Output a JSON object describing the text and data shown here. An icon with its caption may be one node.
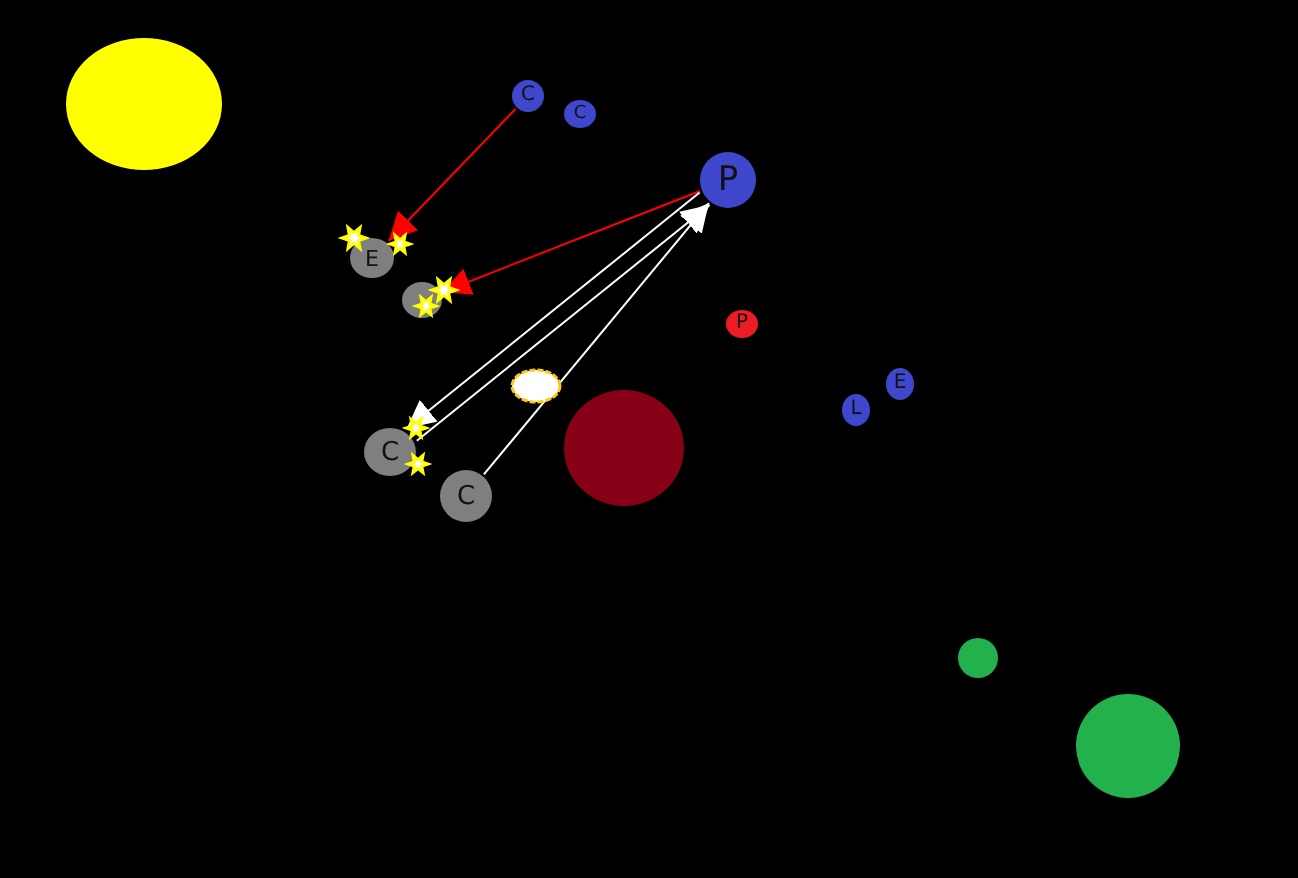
{
  "diagram": {
    "nodes": [
      {
        "text": [],
        "shape": "circle"
      },
      {
        "text": [
          "C"
        ]
      },
      {
        "text": [
          "C"
        ]
      },
      {
        "text": [
          "P"
        ]
      },
      {
        "text": [
          "E"
        ]
      },
      {
        "text": [],
        "shape": "circle"
      },
      {
        "text": [
          "P"
        ]
      },
      {
        "text": [
          "E"
        ]
      },
      {
        "text": [
          "L"
        ]
      },
      {
        "text": [],
        "shape": "circle"
      },
      {
        "text": [
          "C"
        ]
      },
      {
        "text": [
          "C"
        ]
      },
      {
        "text": [],
        "shape": "circle"
      },
      {
        "text": [],
        "shape": "circle"
      }
    ],
    "edges": [
      {
        "from": 1,
        "to": 4,
        "arrow": "to",
        "color": "#ff0000"
      },
      {
        "from": 3,
        "to": 5,
        "arrow": "to",
        "color": "#ff0000"
      },
      {
        "from": 10,
        "to": 3,
        "arrow": "to"
      },
      {
        "from": 3,
        "to": 10,
        "arrow": "to"
      },
      {
        "from": 11,
        "to": 3,
        "arrow": "to"
      }
    ]
  }
}
